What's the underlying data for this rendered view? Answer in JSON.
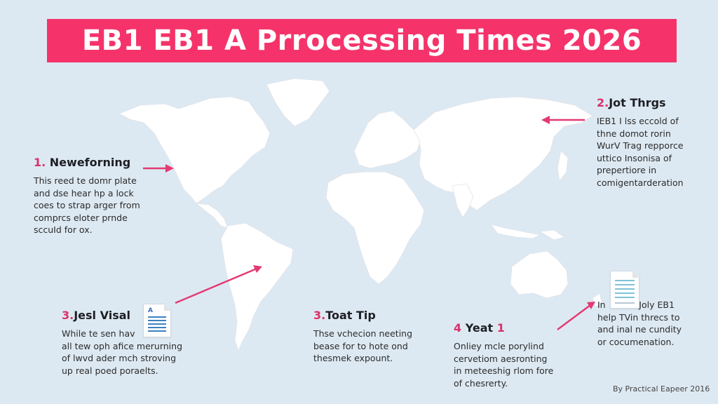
{
  "header": {
    "title": "EB1 EB1 A Prrocessing Times 2026"
  },
  "colors": {
    "background": "#dde9f2",
    "banner": "#f5336a",
    "accent": "#d9316a",
    "land": "#ffffff",
    "text": "#222222"
  },
  "sections": [
    {
      "num": "1.",
      "title": "Neweforning",
      "lines": [
        "This reed te domr plate",
        "and dse hear hp a lock",
        "coes  to strap arger from",
        "comprcs eloter prnde",
        "sccuId for ox."
      ]
    },
    {
      "num": "2.",
      "title": "Jot Thrgs",
      "lines": [
        "IEB1 I lss eccold of",
        "thne domot rorin",
        "WurV Trag repporce",
        "uttico Insonisa of",
        "prepertiore in",
        "comigentarderation"
      ]
    },
    {
      "num": "3.",
      "title": "Jesl Visal",
      "lines": [
        "While te sen hav",
        "all tew oph afice merurning",
        "of lwvd ader mch stroving",
        "up real poed poraelts."
      ]
    },
    {
      "num": "3.",
      "title": "Toat Tip",
      "lines": [
        "Thse vchecion neeting",
        "bease for to hote ond",
        "thesmek expount."
      ]
    },
    {
      "num": "4",
      "title": "Yeat ",
      "title_suffix": "1",
      "lines": [
        "Onliey mcle porylind",
        "cervetiom aesronting",
        "in meteeshig rlom fore",
        "of chesrerty."
      ]
    },
    {
      "num": "",
      "title": "",
      "lines": [
        "In            Joly EB1",
        "help TVin threcs to",
        "and inal ne cundity",
        "or cocumenation."
      ]
    }
  ],
  "icons": {
    "document_1": "document-icon",
    "document_2": "document-icon",
    "map": "world-map"
  },
  "footer": {
    "credit": "By Practical Eapeer 2016"
  }
}
